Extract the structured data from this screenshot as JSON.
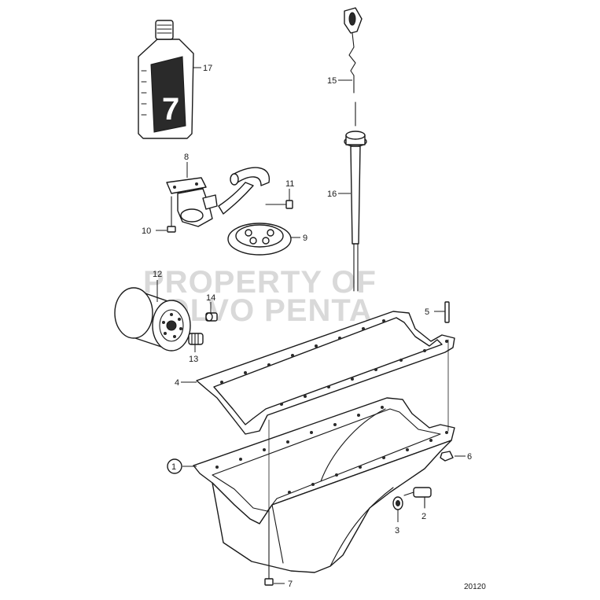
{
  "watermark": {
    "line1": "PROPERTY OF",
    "line2": "VOLVO PENTA"
  },
  "figure_number": "20120",
  "bottle_label_digit": "7",
  "callouts": {
    "c1": "1",
    "c2": "2",
    "c3": "3",
    "c4": "4",
    "c5": "5",
    "c6": "6",
    "c7": "7",
    "c8": "8",
    "c9": "9",
    "c10": "10",
    "c11": "11",
    "c12": "12",
    "c13": "13",
    "c14": "14",
    "c15": "15",
    "c16": "16",
    "c17": "17"
  }
}
